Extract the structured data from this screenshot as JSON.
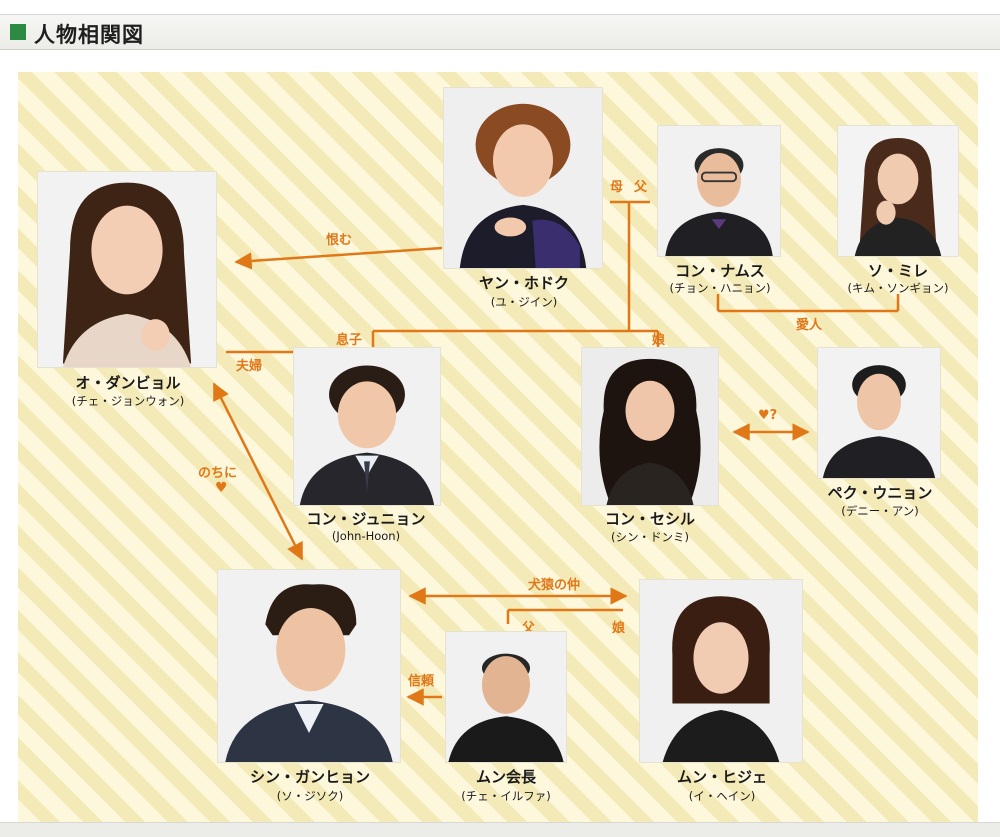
{
  "header": {
    "title": "人物相関図"
  },
  "people": {
    "yang_hodoku": {
      "name": "ヤン・ホドク",
      "actor": "(ユ・ジイン)"
    },
    "kon_namusu": {
      "name": "コン・ナムス",
      "actor": "(チョン・ハニョン)"
    },
    "so_mire": {
      "name": "ソ・ミレ",
      "actor": "(キム・ソンギョン)"
    },
    "o_danbyoru": {
      "name": "オ・ダンビョル",
      "actor": "(チェ・ジョンウォン)"
    },
    "kon_junyon": {
      "name": "コン・ジュニョン",
      "actor": "(John-Hoon)"
    },
    "kon_seshiru": {
      "name": "コン・セシル",
      "actor": "(シン・ドンミ)"
    },
    "peku_unyon": {
      "name": "ペク・ウニョン",
      "actor": "(デニー・アン)"
    },
    "shin_ganhyon": {
      "name": "シン・ガンヒョン",
      "actor": "(ソ・ジソク)"
    },
    "mun_kaicho": {
      "name": "ムン会長",
      "actor": "(チェ・イルファ)"
    },
    "mun_hije": {
      "name": "ムン・ヒジェ",
      "actor": "(イ・ヘイン)"
    }
  },
  "relations": {
    "urami": "恨む",
    "haha": "母",
    "chichi": "父",
    "aijin": "愛人",
    "musuko": "息子",
    "musume": "娘",
    "fufu": "夫婦",
    "question_heart": "♥?",
    "nochini": "のちに",
    "heart": "♥",
    "kenen": "犬猿の仲",
    "chichi2": "父",
    "musume2": "娘",
    "shinrai": "信頼"
  },
  "colors": {
    "accent_orange": "#e07818",
    "header_square": "#2c8a43",
    "panel_stripe_light": "#fdf7dc",
    "panel_stripe_dark": "#f4eab8"
  }
}
